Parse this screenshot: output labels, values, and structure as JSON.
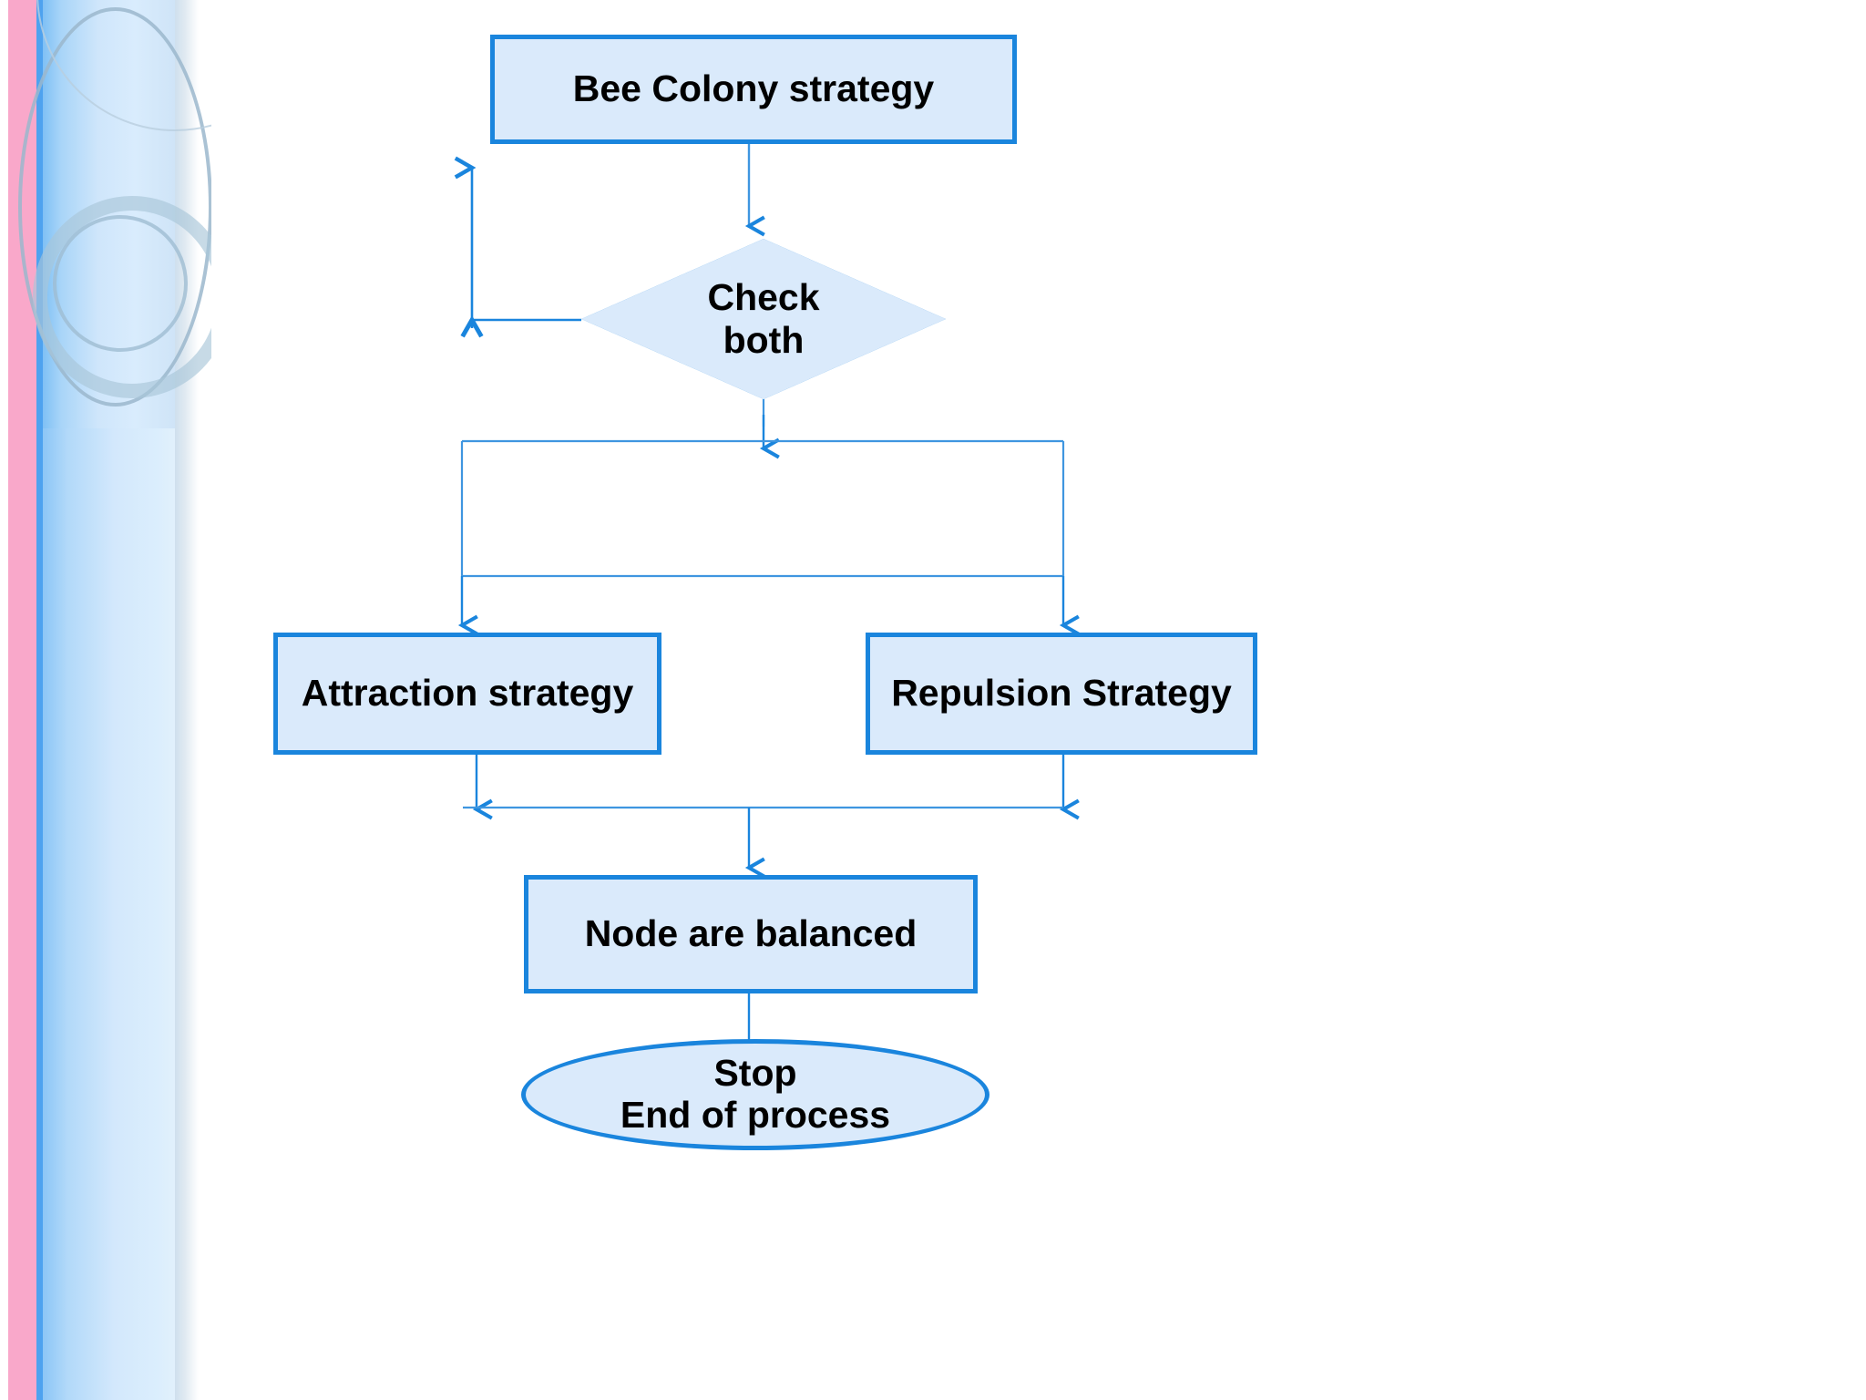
{
  "diagram": {
    "title": "Bee Colony strategy flowchart",
    "colors": {
      "shape_fill": "#daeafb",
      "shape_border": "#1a85dd",
      "connector": "#1a85dd",
      "thin_connector": "#3f96e0",
      "sidebar_pink": "#f9a8ca",
      "sidebar_blue": "#4ea2ef",
      "text": "#000000",
      "background": "#ffffff"
    },
    "nodes": [
      {
        "id": "bee",
        "shape": "rectangle",
        "label": "Bee Colony strategy"
      },
      {
        "id": "check",
        "shape": "diamond",
        "label_line1": "Check",
        "label_line2": "both"
      },
      {
        "id": "attract",
        "shape": "rectangle",
        "label": "Attraction strategy"
      },
      {
        "id": "repulse",
        "shape": "rectangle",
        "label": "Repulsion Strategy"
      },
      {
        "id": "balanced",
        "shape": "rectangle",
        "label": "Node are balanced"
      },
      {
        "id": "stop",
        "shape": "ellipse",
        "label_line1": "Stop",
        "label_line2": "End of process"
      }
    ],
    "edges": [
      {
        "from": "bee",
        "to": "check",
        "label": ""
      },
      {
        "from": "check",
        "to": "bee",
        "label": ""
      },
      {
        "from": "check",
        "to": "attract",
        "label": ""
      },
      {
        "from": "check",
        "to": "repulse",
        "label": ""
      },
      {
        "from": "attract",
        "to": "balanced",
        "label": ""
      },
      {
        "from": "repulse",
        "to": "balanced",
        "label": ""
      },
      {
        "from": "balanced",
        "to": "stop",
        "label": ""
      }
    ]
  }
}
